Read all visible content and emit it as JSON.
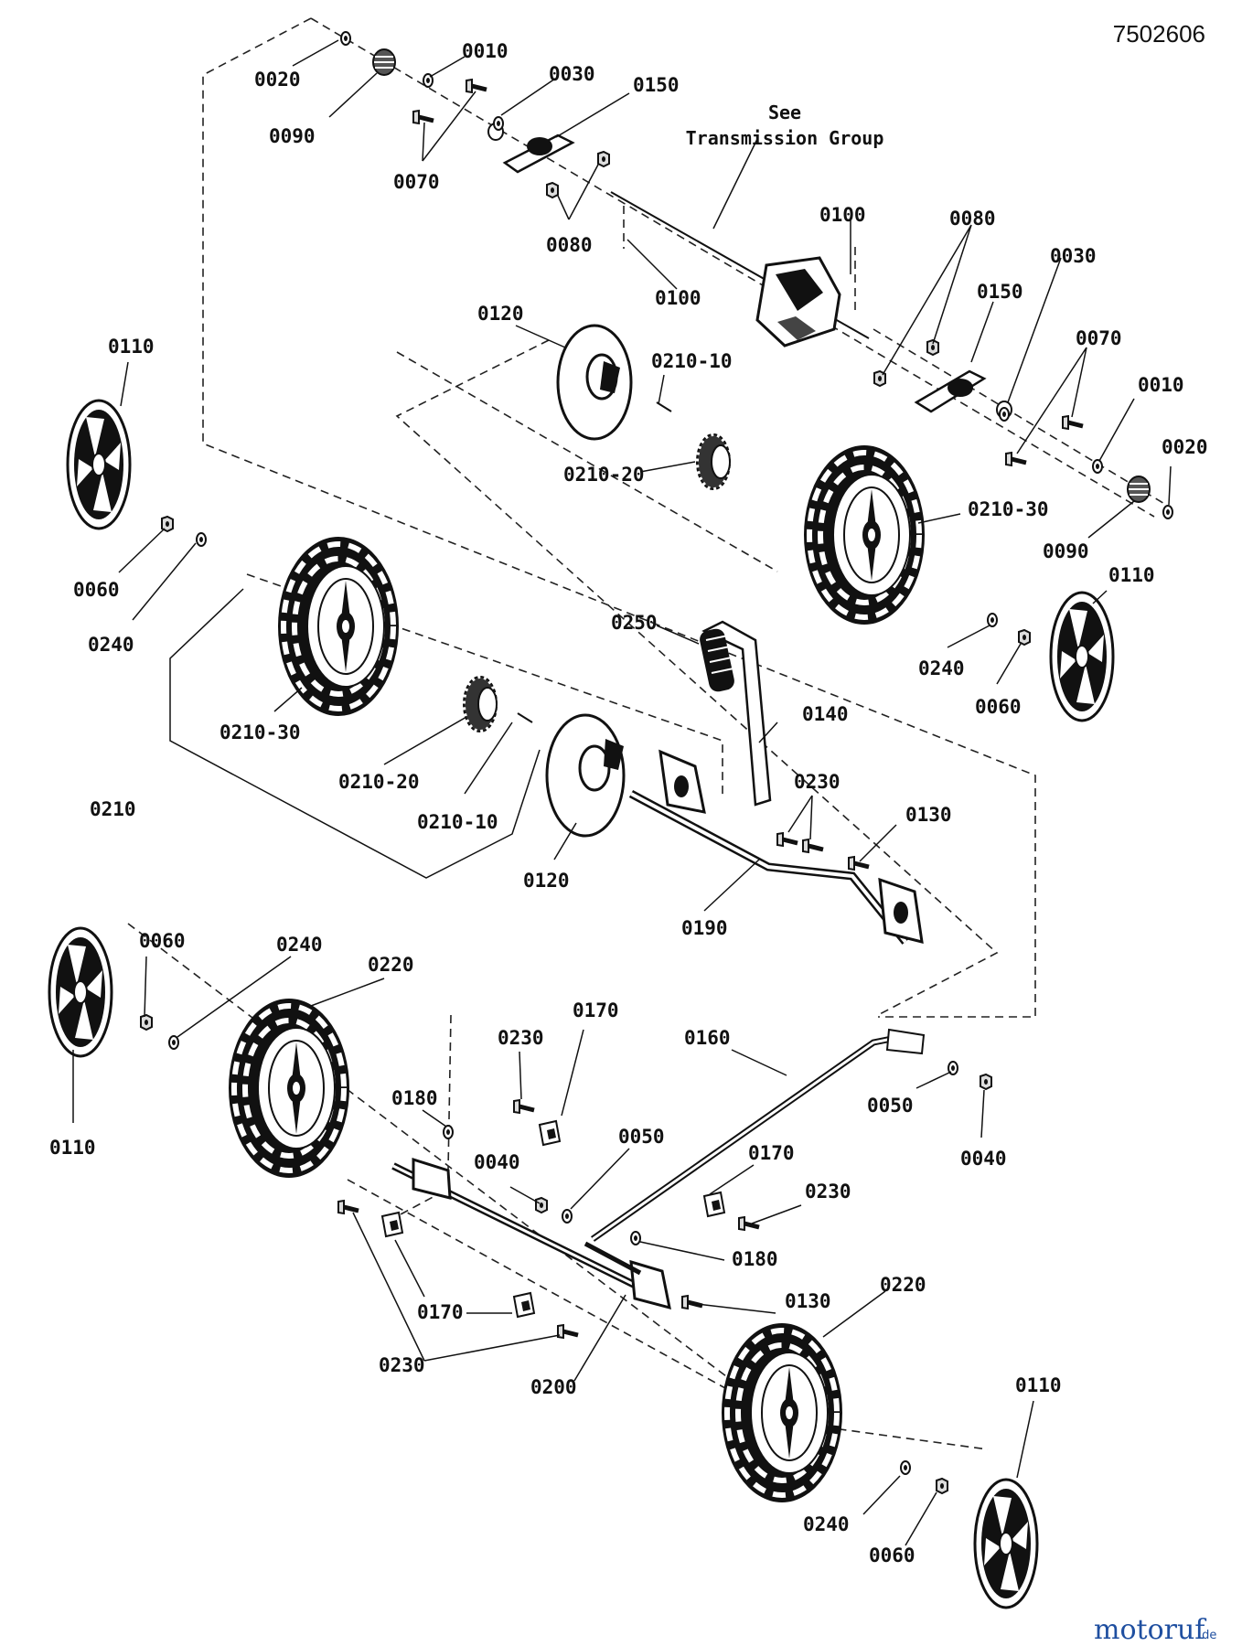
{
  "document_number": "7502606",
  "note": {
    "line1": "See",
    "line2": "Transmission Group"
  },
  "watermark": {
    "brand": "motoruf",
    "suffix": ".de"
  },
  "part_labels": [
    {
      "id": "lbl-0010-a",
      "text": "0010"
    },
    {
      "id": "lbl-0020-a",
      "text": "0020"
    },
    {
      "id": "lbl-0030-a",
      "text": "0030"
    },
    {
      "id": "lbl-0150-a",
      "text": "0150"
    },
    {
      "id": "lbl-0090-a",
      "text": "0090"
    },
    {
      "id": "lbl-0070-a",
      "text": "0070"
    },
    {
      "id": "lbl-0080-a",
      "text": "0080"
    },
    {
      "id": "lbl-0100-a",
      "text": "0100"
    },
    {
      "id": "lbl-0100-b",
      "text": "0100"
    },
    {
      "id": "lbl-0080-b",
      "text": "0080"
    },
    {
      "id": "lbl-0030-b",
      "text": "0030"
    },
    {
      "id": "lbl-0150-b",
      "text": "0150"
    },
    {
      "id": "lbl-0070-b",
      "text": "0070"
    },
    {
      "id": "lbl-0010-b",
      "text": "0010"
    },
    {
      "id": "lbl-0020-b",
      "text": "0020"
    },
    {
      "id": "lbl-0090-b",
      "text": "0090"
    },
    {
      "id": "lbl-0120-a",
      "text": "0120"
    },
    {
      "id": "lbl-0210-10-a",
      "text": "0210-10"
    },
    {
      "id": "lbl-0210-20-a",
      "text": "0210-20"
    },
    {
      "id": "lbl-0210-30-a",
      "text": "0210-30"
    },
    {
      "id": "lbl-0110-a",
      "text": "0110"
    },
    {
      "id": "lbl-0060-a",
      "text": "0060"
    },
    {
      "id": "lbl-0240-a",
      "text": "0240"
    },
    {
      "id": "lbl-0110-b",
      "text": "0110"
    },
    {
      "id": "lbl-0240-b",
      "text": "0240"
    },
    {
      "id": "lbl-0060-b",
      "text": "0060"
    },
    {
      "id": "lbl-0250",
      "text": "0250"
    },
    {
      "id": "lbl-0210-30-b",
      "text": "0210-30"
    },
    {
      "id": "lbl-0210-20-b",
      "text": "0210-20"
    },
    {
      "id": "lbl-0210-10-b",
      "text": "0210-10"
    },
    {
      "id": "lbl-0210",
      "text": "0210"
    },
    {
      "id": "lbl-0140",
      "text": "0140"
    },
    {
      "id": "lbl-0230-a",
      "text": "0230"
    },
    {
      "id": "lbl-0130-a",
      "text": "0130"
    },
    {
      "id": "lbl-0120-b",
      "text": "0120"
    },
    {
      "id": "lbl-0190",
      "text": "0190"
    },
    {
      "id": "lbl-0060-c",
      "text": "0060"
    },
    {
      "id": "lbl-0240-c",
      "text": "0240"
    },
    {
      "id": "lbl-0220-a",
      "text": "0220"
    },
    {
      "id": "lbl-0110-c",
      "text": "0110"
    },
    {
      "id": "lbl-0170-a",
      "text": "0170"
    },
    {
      "id": "lbl-0230-b",
      "text": "0230"
    },
    {
      "id": "lbl-0160",
      "text": "0160"
    },
    {
      "id": "lbl-0180-a",
      "text": "0180"
    },
    {
      "id": "lbl-0050-a",
      "text": "0050"
    },
    {
      "id": "lbl-0050-b",
      "text": "0050"
    },
    {
      "id": "lbl-0040-a",
      "text": "0040"
    },
    {
      "id": "lbl-0040-b",
      "text": "0040"
    },
    {
      "id": "lbl-0170-b",
      "text": "0170"
    },
    {
      "id": "lbl-0230-c",
      "text": "0230"
    },
    {
      "id": "lbl-0180-b",
      "text": "0180"
    },
    {
      "id": "lbl-0130-b",
      "text": "0130"
    },
    {
      "id": "lbl-0170-c",
      "text": "0170"
    },
    {
      "id": "lbl-0220-b",
      "text": "0220"
    },
    {
      "id": "lbl-0230-d",
      "text": "0230"
    },
    {
      "id": "lbl-0200",
      "text": "0200"
    },
    {
      "id": "lbl-0110-d",
      "text": "0110"
    },
    {
      "id": "lbl-0240-d",
      "text": "0240"
    },
    {
      "id": "lbl-0060-d",
      "text": "0060"
    }
  ]
}
